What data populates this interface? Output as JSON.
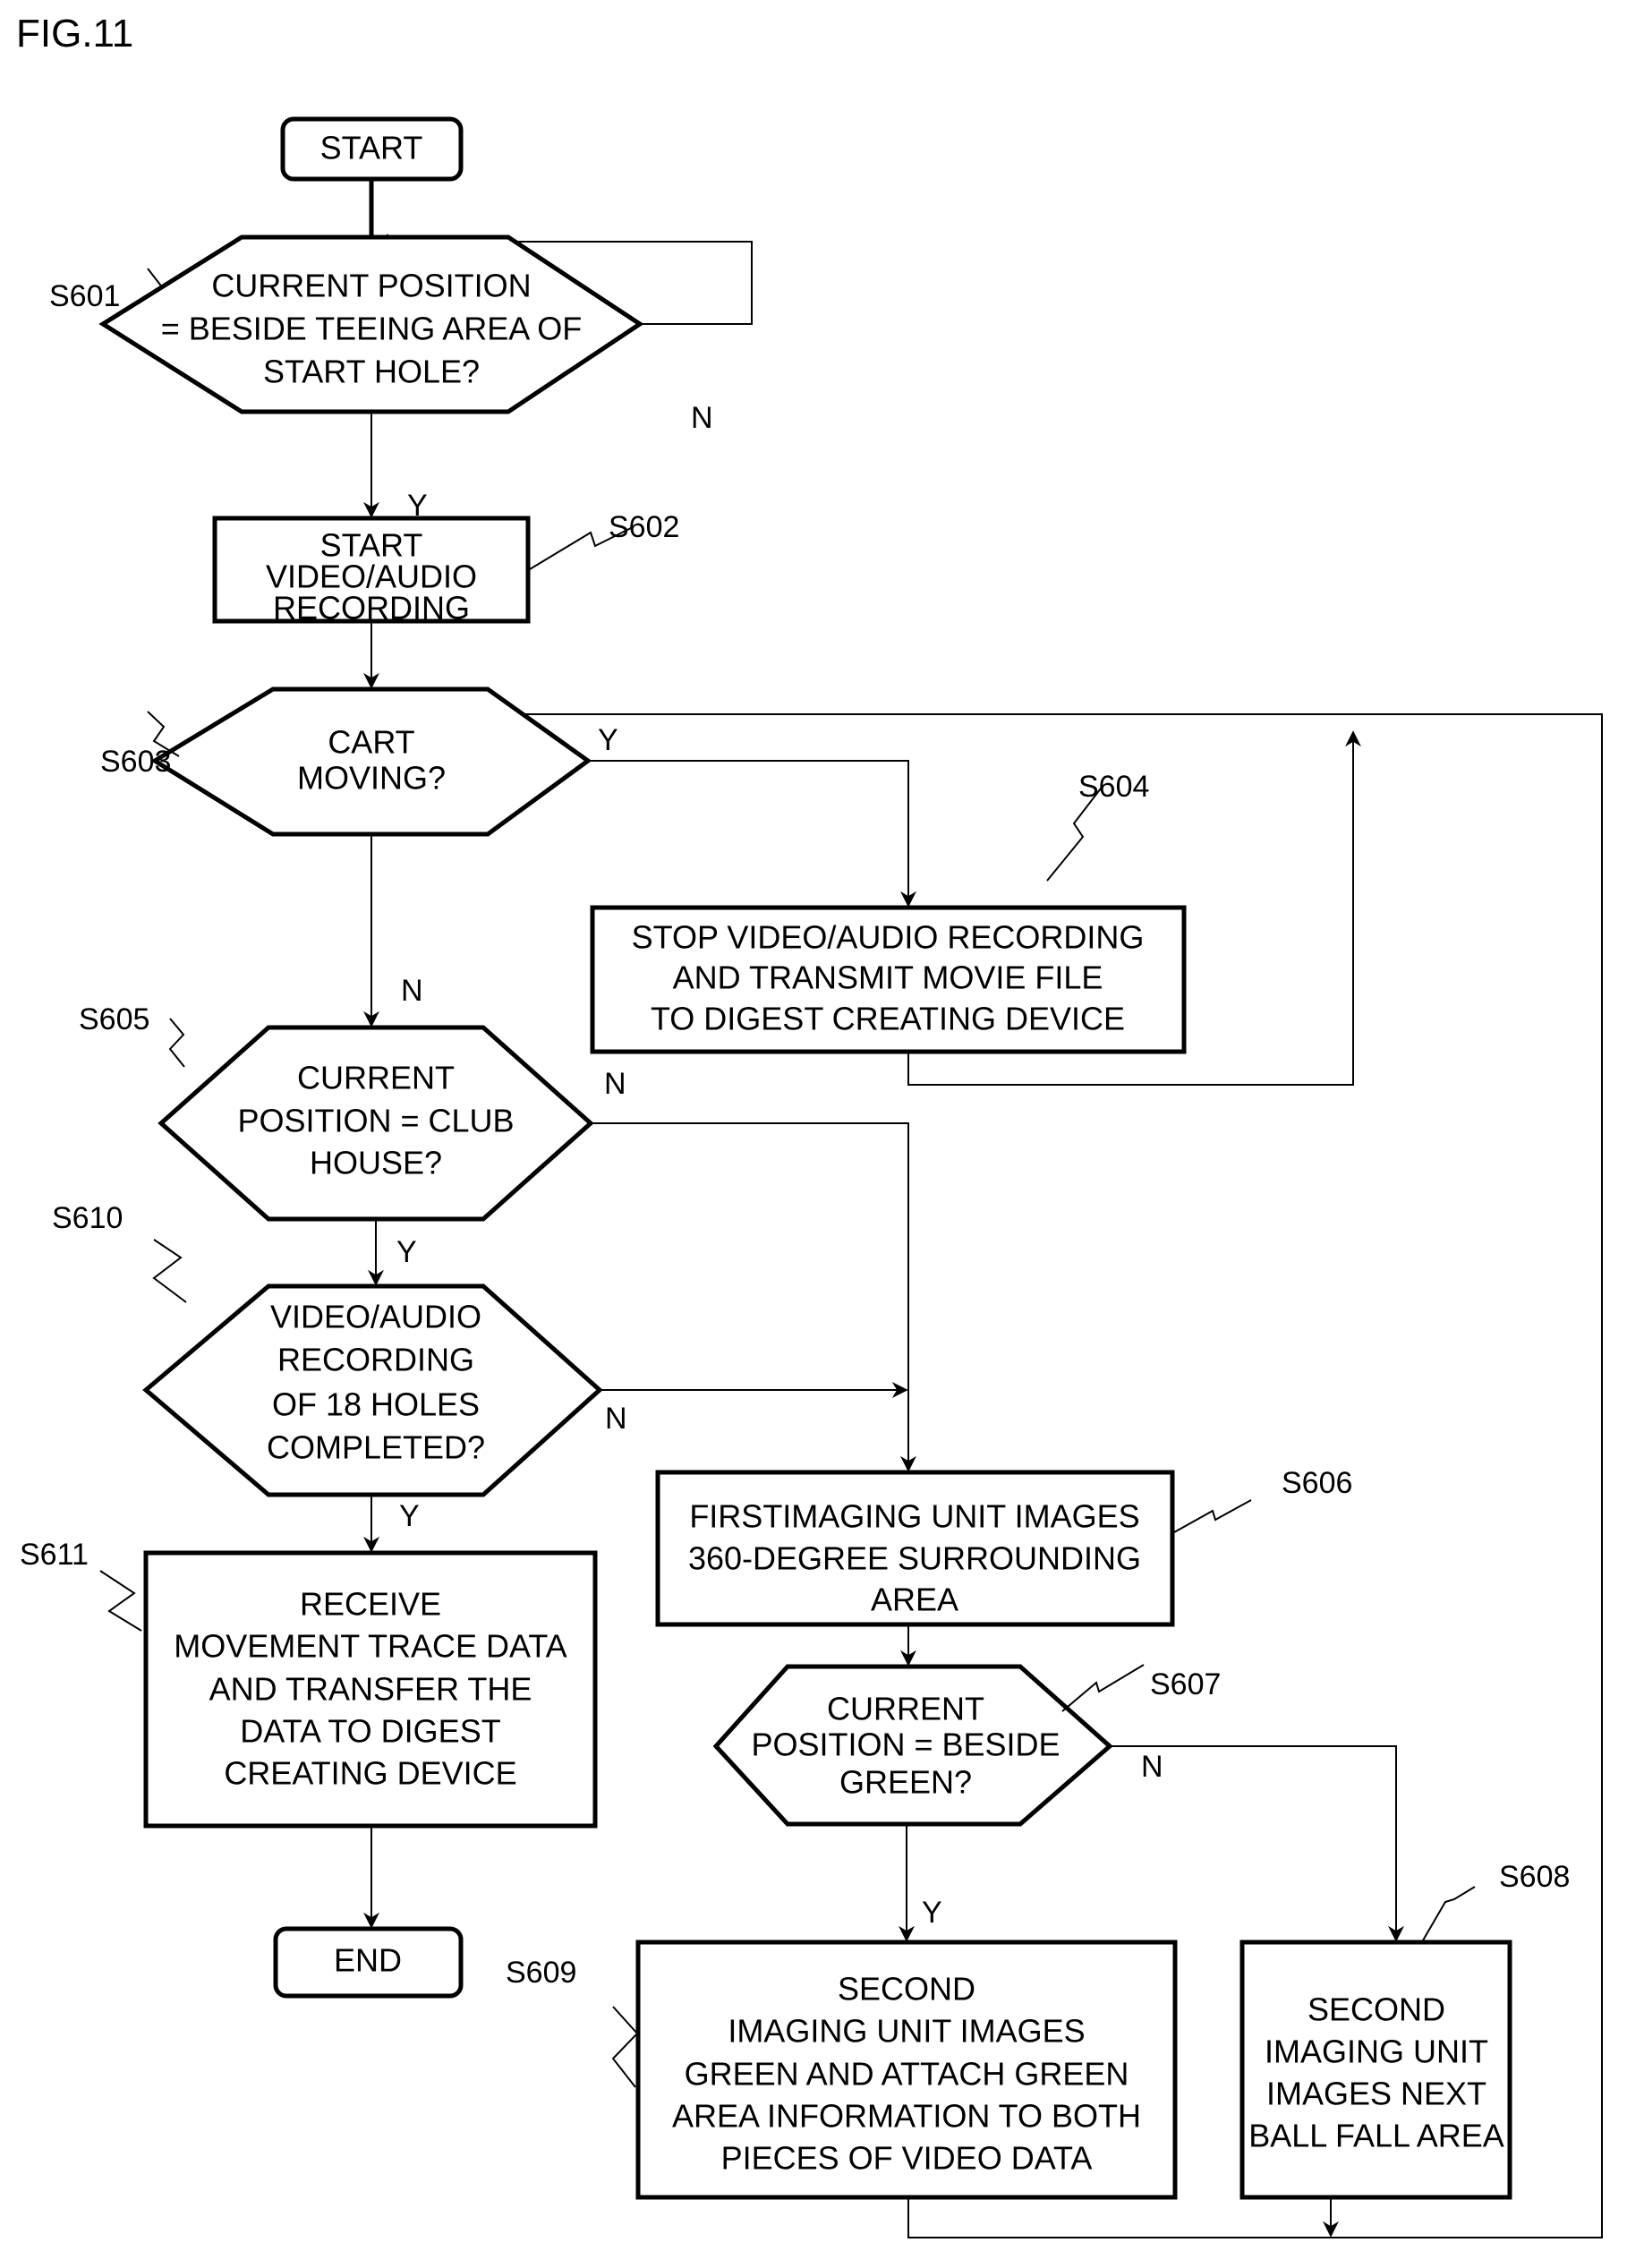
{
  "figure": {
    "title": "FIG.11"
  },
  "nodes": {
    "start": {
      "label": [
        "START"
      ]
    },
    "s601": {
      "step": "S601",
      "label": [
        "CURRENT POSITION",
        "= BESIDE TEEING AREA OF",
        "START HOLE?"
      ]
    },
    "s602": {
      "step": "S602",
      "label": [
        "START",
        "VIDEO/AUDIO",
        "RECORDING"
      ]
    },
    "s603": {
      "step": "S603",
      "label": [
        "CART",
        "MOVING?"
      ]
    },
    "s604": {
      "step": "S604",
      "label": [
        "STOP VIDEO/AUDIO RECORDING",
        "AND TRANSMIT MOVIE FILE",
        "TO DIGEST CREATING DEVICE"
      ]
    },
    "s605": {
      "step": "S605",
      "label": [
        "CURRENT",
        "POSITION = CLUB",
        "HOUSE?"
      ]
    },
    "s606": {
      "step": "S606",
      "label": [
        "FIRSTIMAGING UNIT IMAGES",
        "360-DEGREE SURROUNDING",
        "AREA"
      ]
    },
    "s607": {
      "step": "S607",
      "label": [
        "CURRENT",
        "POSITION = BESIDE",
        "GREEN?"
      ]
    },
    "s608": {
      "step": "S608",
      "label": [
        "SECOND",
        "IMAGING UNIT",
        "IMAGES NEXT",
        "BALL FALL AREA"
      ]
    },
    "s609": {
      "step": "S609",
      "label": [
        "SECOND",
        "IMAGING UNIT IMAGES",
        "GREEN AND ATTACH GREEN",
        "AREA INFORMATION TO BOTH",
        "PIECES OF VIDEO DATA"
      ]
    },
    "s610": {
      "step": "S610",
      "label": [
        "VIDEO/AUDIO",
        "RECORDING",
        "OF 18 HOLES",
        "COMPLETED?"
      ]
    },
    "s611": {
      "step": "S611",
      "label": [
        "RECEIVE",
        "MOVEMENT TRACE DATA",
        "AND TRANSFER THE",
        "DATA TO DIGEST",
        "CREATING DEVICE"
      ]
    },
    "end": {
      "label": [
        "END"
      ]
    }
  },
  "branches": {
    "s601_yes": "Y",
    "s601_no": "N",
    "s603_yes": "Y",
    "s603_no": "N",
    "s605_yes": "Y",
    "s605_no": "N",
    "s610_yes": "Y",
    "s610_no": "N",
    "s607_yes": "Y",
    "s607_no": "N"
  }
}
